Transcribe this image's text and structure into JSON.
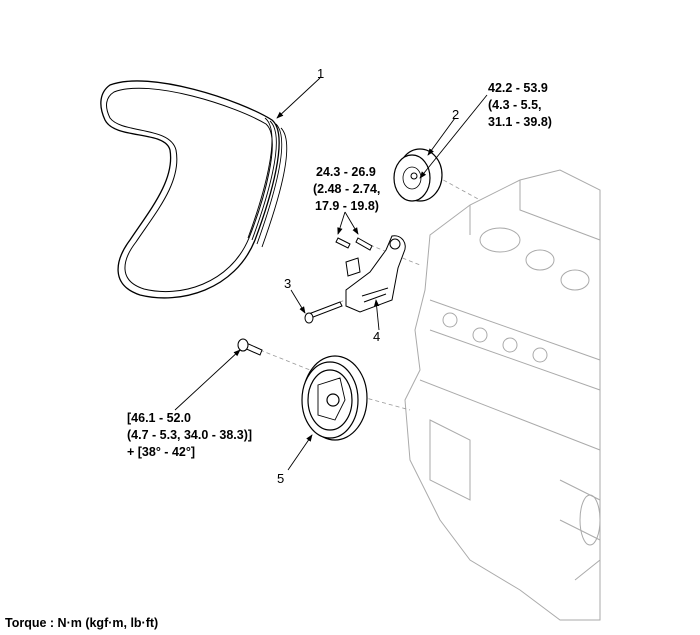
{
  "callouts": {
    "c1": "1",
    "c2": "2",
    "c3": "3",
    "c4": "4",
    "c5": "5"
  },
  "torque_idler": [
    "42.2 - 53.9",
    "(4.3 - 5.5,",
    "31.1 - 39.8)"
  ],
  "torque_tensioner": [
    "24.3 - 26.9",
    "(2.48 - 2.74,",
    "17.9 - 19.8)"
  ],
  "torque_crank": [
    "[46.1 - 52.0",
    "(4.7 - 5.3, 34.0 - 38.3)]",
    "+ [38° - 42°]"
  ],
  "legend": "Torque : N·m (kgf·m, lb·ft)"
}
